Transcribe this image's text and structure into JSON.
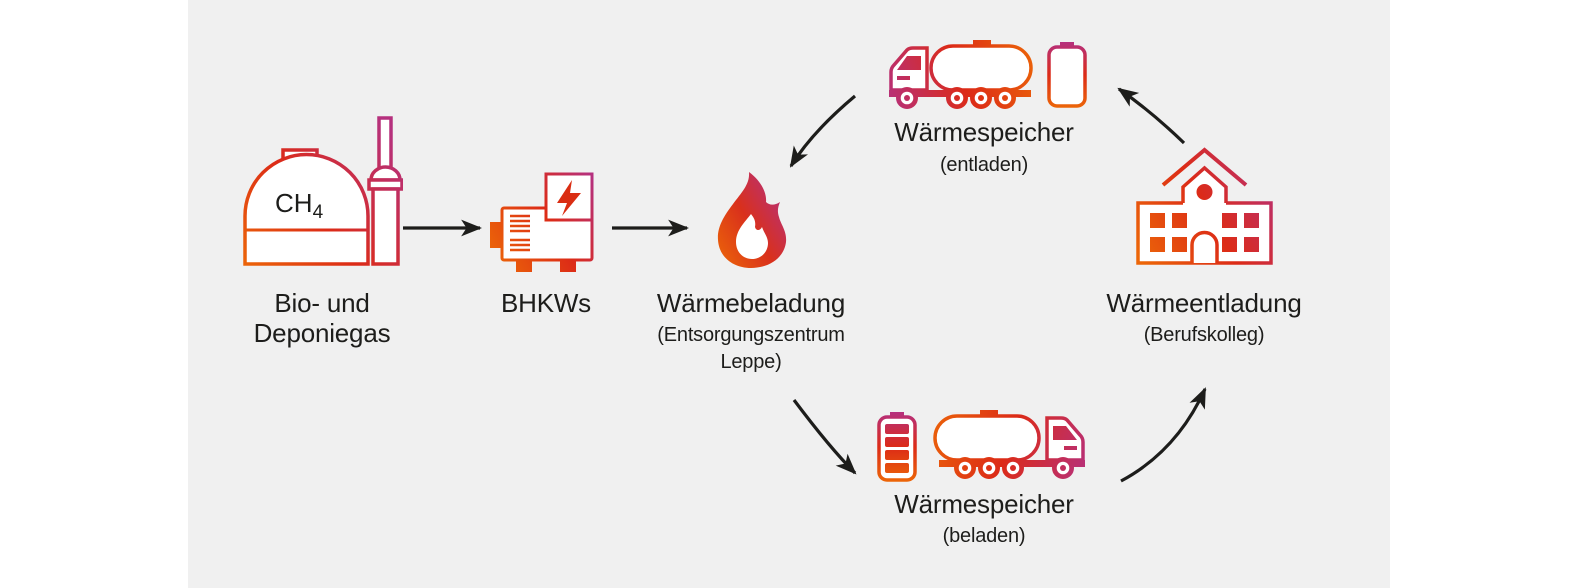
{
  "diagram": {
    "type": "process-cycle",
    "topic": "Heat transport cycle from biogas to vocational college",
    "background_panel_color": "#f0f0f0",
    "page_color": "#ffffff",
    "palette": {
      "gradient_orange": "#ec6608",
      "gradient_red": "#dc2b17",
      "gradient_magenta": "#b5307e",
      "text": "#1d1d1b",
      "arrow": "#1d1d1b"
    },
    "nodes": {
      "biogas": {
        "icon": "biogas-plant-icon",
        "gas_label": "CH",
        "gas_sub": "4",
        "label_line1": "Bio- und",
        "label_line2": "Deponiegas"
      },
      "bhkw": {
        "icon": "chp-generator-icon",
        "label": "BHKWs"
      },
      "heat_loading": {
        "icon": "flame-icon",
        "label": "Wärmebeladung",
        "sub_line1": "(Entsorgungszentrum",
        "sub_line2": "Leppe)"
      },
      "storage_discharged": {
        "icon": "tanker-truck-left-icon + battery-empty-icon",
        "label": "Wärmespeicher",
        "sub": "(entladen)"
      },
      "storage_charged": {
        "icon": "battery-full-icon + tanker-truck-right-icon",
        "label": "Wärmespeicher",
        "sub": "(beladen)"
      },
      "heat_discharge": {
        "icon": "school-building-icon",
        "label": "Wärmeentladung",
        "sub": "(Berufskolleg)"
      }
    },
    "edges": [
      {
        "from": "biogas",
        "to": "bhkw",
        "style": "straight-arrow"
      },
      {
        "from": "bhkw",
        "to": "heat_loading",
        "style": "straight-arrow"
      },
      {
        "from": "heat_loading",
        "to": "storage_charged",
        "style": "curved-arrow"
      },
      {
        "from": "storage_charged",
        "to": "heat_discharge",
        "style": "curved-arrow"
      },
      {
        "from": "heat_discharge",
        "to": "storage_discharged",
        "style": "curved-arrow"
      },
      {
        "from": "storage_discharged",
        "to": "heat_loading",
        "style": "curved-arrow"
      }
    ]
  }
}
